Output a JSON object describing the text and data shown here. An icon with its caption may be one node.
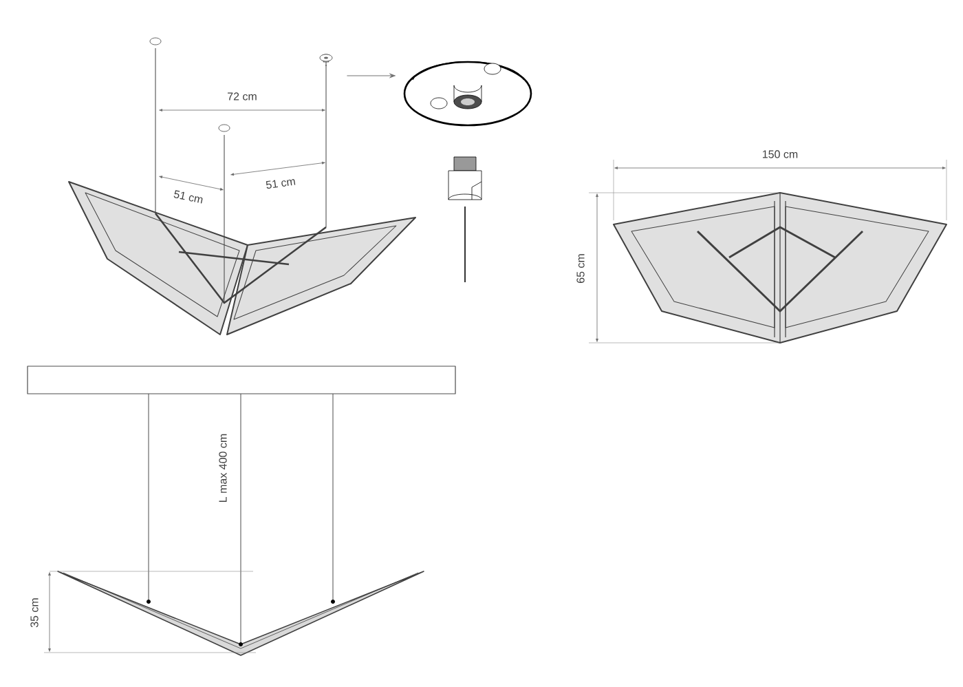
{
  "diagram": {
    "nodes": [
      {
        "text": [],
        "shape": "picture"
      },
      {
        "text": [],
        "shape": "picture"
      }
    ],
    "edges": [
      {
        "from": 0,
        "to": 1,
        "arrow": "to"
      }
    ],
    "labels": [
      "72 cm",
      "51 cm",
      "51 cm",
      "150 cm",
      "65 cm",
      "L max 400 cm",
      "35 cm"
    ]
  }
}
